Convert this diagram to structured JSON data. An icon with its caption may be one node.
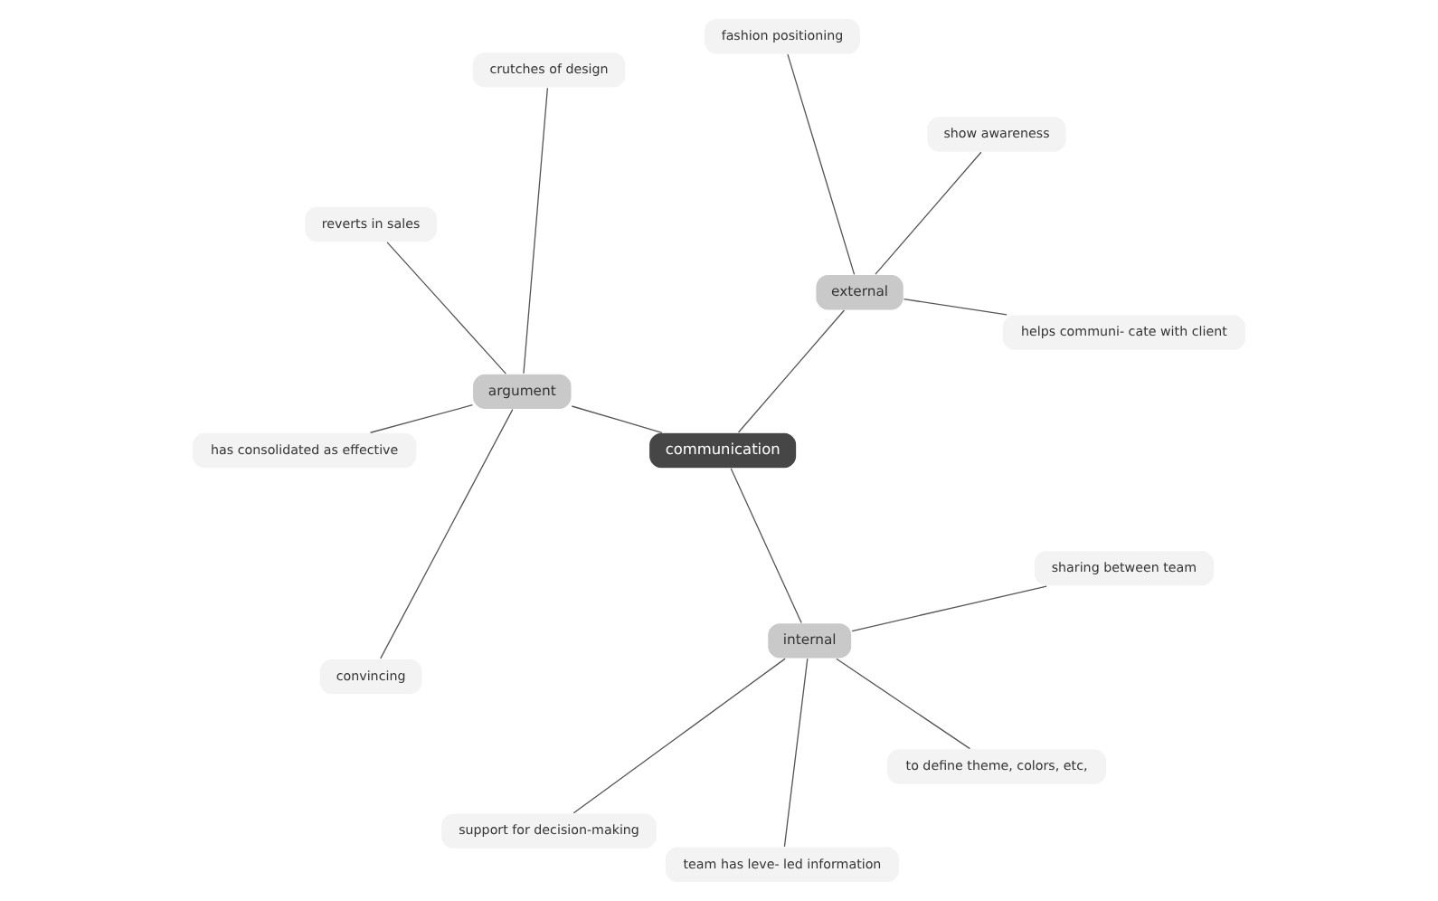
{
  "diagram": {
    "nodes": [
      {
        "text": [
          "communication"
        ]
      },
      {
        "text": [
          "external"
        ]
      },
      {
        "text": [
          "helps communi- cate with client"
        ]
      },
      {
        "text": [
          "show awareness"
        ]
      },
      {
        "text": [
          "fashion positioning"
        ]
      },
      {
        "text": [
          "argument"
        ]
      },
      {
        "text": [
          "crutches of design"
        ]
      },
      {
        "text": [
          "reverts in sales"
        ]
      },
      {
        "text": [
          "has consolidated as effective"
        ]
      },
      {
        "text": [
          "convincing"
        ]
      },
      {
        "text": [
          "internal"
        ]
      },
      {
        "text": [
          "support for decision-making"
        ]
      },
      {
        "text": [
          "team has leve- led information"
        ]
      },
      {
        "text": [
          "to define theme, colors, etc,"
        ]
      },
      {
        "text": [
          "sharing between team"
        ]
      }
    ],
    "edges": [
      {
        "from": 0,
        "to": 1,
        "arrow": "none"
      },
      {
        "from": 1,
        "to": 2,
        "arrow": "none"
      },
      {
        "from": 1,
        "to": 3,
        "arrow": "none"
      },
      {
        "from": 1,
        "to": 4,
        "arrow": "none"
      },
      {
        "from": 0,
        "to": 5,
        "arrow": "none"
      },
      {
        "from": 5,
        "to": 6,
        "arrow": "none"
      },
      {
        "from": 5,
        "to": 7,
        "arrow": "none"
      },
      {
        "from": 5,
        "to": 8,
        "arrow": "none"
      },
      {
        "from": 5,
        "to": 9,
        "arrow": "none"
      },
      {
        "from": 0,
        "to": 10,
        "arrow": "none"
      },
      {
        "from": 10,
        "to": 11,
        "arrow": "none"
      },
      {
        "from": 10,
        "to": 12,
        "arrow": "none"
      },
      {
        "from": 10,
        "to": 13,
        "arrow": "none"
      },
      {
        "from": 10,
        "to": 14,
        "arrow": "none"
      }
    ]
  }
}
